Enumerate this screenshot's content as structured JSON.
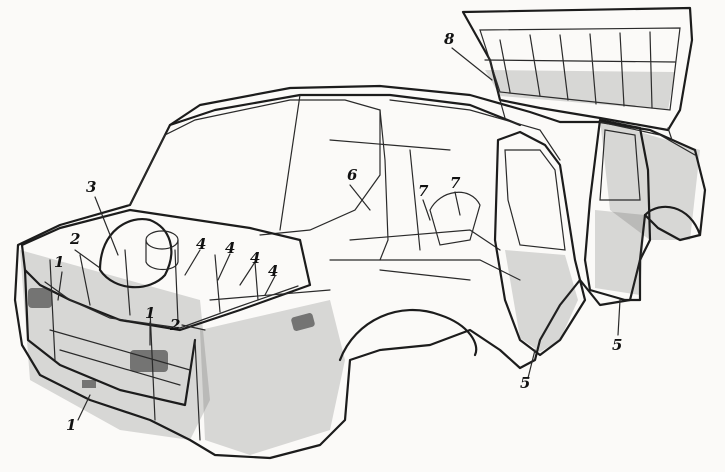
{
  "labels": {
    "n1": "1",
    "n2": "2",
    "n3": "3",
    "n4": "4",
    "n5": "5",
    "n6": "6",
    "n7": "7",
    "n8": "8"
  }
}
